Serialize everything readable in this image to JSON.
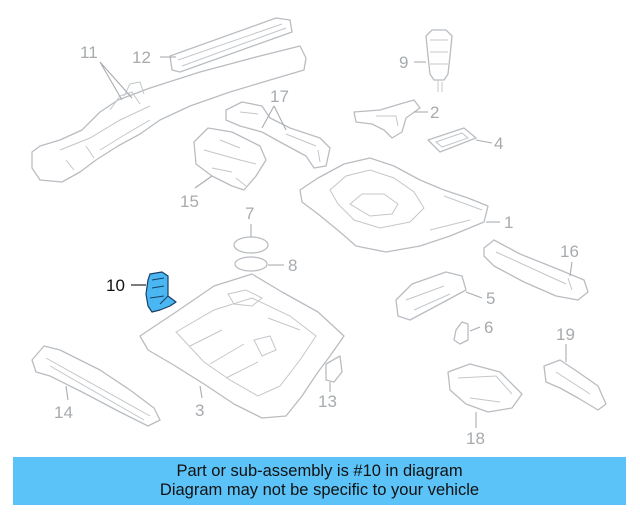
{
  "callouts": {
    "c1": "1",
    "c2": "2",
    "c3": "3",
    "c4": "4",
    "c5": "5",
    "c6": "6",
    "c7": "7",
    "c8": "8",
    "c9": "9",
    "c10": "10",
    "c11": "11",
    "c12": "12",
    "c13": "13",
    "c14": "14",
    "c15": "15",
    "c16": "16",
    "c17": "17",
    "c18": "18",
    "c19": "19"
  },
  "highlighted_part": "10",
  "colors": {
    "banner": "#5bc3f8",
    "highlight_fill": "#4ab7f2",
    "highlight_stroke": "#1a3f66",
    "part_line": "#b9bdc1",
    "callout_text": "#a7abae"
  },
  "banner": {
    "line1": "Part or sub-assembly is #10 in diagram",
    "line2": "Diagram may not be specific to your vehicle"
  }
}
